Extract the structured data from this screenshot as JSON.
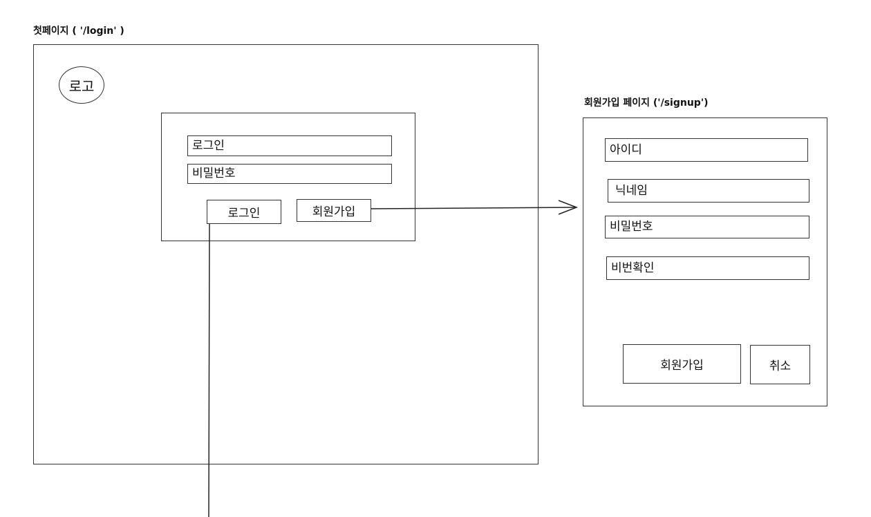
{
  "login_page": {
    "caption": "첫페이지 ( '/login' )",
    "logo": "로고",
    "form": {
      "id_input": "로그인",
      "password_input": "비밀번호",
      "login_button": "로그인",
      "signup_button": "회원가입"
    }
  },
  "signup_page": {
    "caption": "회원가입 페이지 ('/signup')",
    "fields": {
      "id": "아이디",
      "nickname": "닉네임",
      "password": "비밀번호",
      "password_confirm": "비번확인"
    },
    "signup_button": "회원가입",
    "cancel_button": "취소"
  }
}
